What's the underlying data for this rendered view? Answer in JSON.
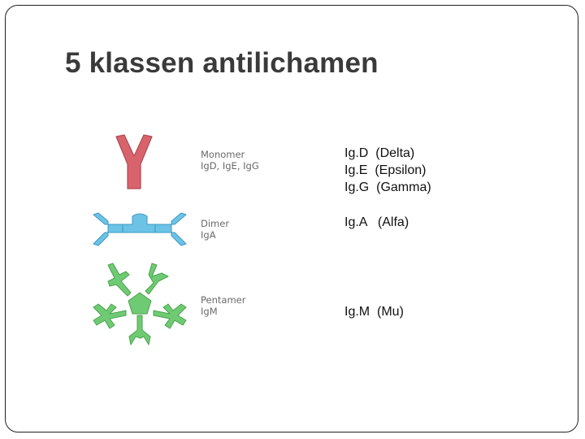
{
  "slide": {
    "title": "5 klassen antilichamen"
  },
  "figure": {
    "monomer": {
      "line1": "Monomer",
      "line2": "IgD, IgE, IgG",
      "color": "#d9636c"
    },
    "dimer": {
      "line1": "Dimer",
      "line2": "IgA",
      "color": "#6cc3e6"
    },
    "pentamer": {
      "line1": "Pentamer",
      "line2": "IgM",
      "color": "#6fcb73"
    }
  },
  "classes": {
    "monomer_group": [
      "Ig.D  (Delta)",
      "Ig.E  (Epsilon)",
      "Ig.G  (Gamma)"
    ],
    "dimer_group": [
      "Ig.A   (Alfa)"
    ],
    "pentamer_group": [
      "Ig.M  (Mu)"
    ]
  }
}
